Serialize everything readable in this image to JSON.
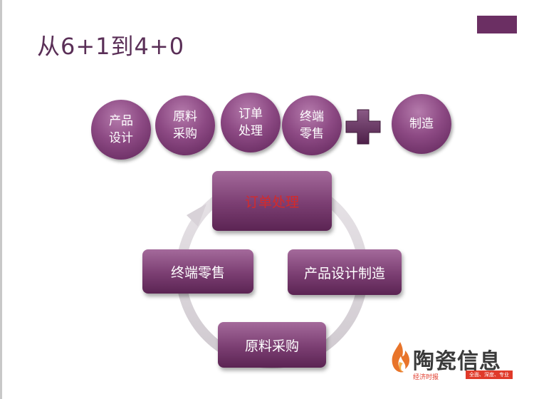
{
  "slide": {
    "title": "从6+1到4+0",
    "top_circles": [
      {
        "label": "产品设计"
      },
      {
        "label": "原料采购"
      },
      {
        "label": "订单处理"
      },
      {
        "label": "终端零售"
      }
    ],
    "plus_symbol": "+",
    "right_circle": {
      "label": "制造"
    },
    "cycle_boxes": {
      "top": "订单处理",
      "right": "产品设计制造",
      "bottom": "原料采购",
      "left": "终端零售"
    }
  },
  "logo": {
    "name": "陶瓷信息",
    "sub_left": "经济时报",
    "sub_right": "全面、深度、专业"
  },
  "colors": {
    "purple_dark": "#5e2458",
    "purple_mid": "#8d4a84",
    "accent_red": "#d42a2a",
    "title": "#5a2f57"
  }
}
